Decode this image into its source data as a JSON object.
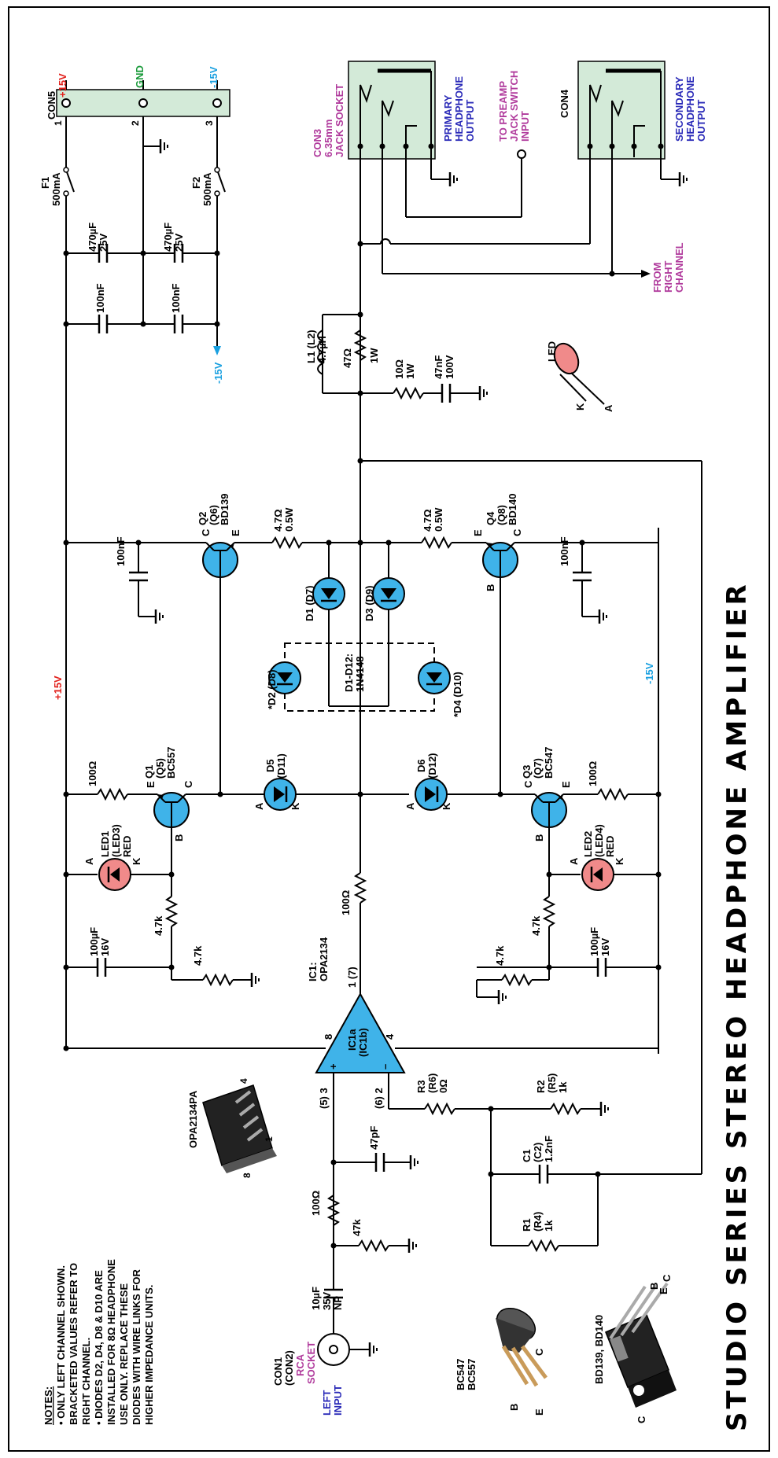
{
  "title": "STUDIO SERIES STEREO HEADPHONE AMPLIFIER",
  "notes": {
    "heading": "NOTES:",
    "lines": [
      "• ONLY LEFT CHANNEL SHOWN.",
      "BRACKETED VALUES REFER TO",
      "RIGHT CHANNEL.",
      "• DIODES D2, D4, D8 & D10 ARE",
      "INSTALLED FOR 8Ω HEADPHONE",
      "USE ONLY. REPLACE THESE",
      "DIODES WITH WIRE LINKS FOR",
      "HIGHER IMPEDANCE UNITS."
    ]
  },
  "connectors": {
    "con5": {
      "name": "CON5",
      "pin1": "1",
      "pin2": "2",
      "pin3": "3",
      "p15": "+15V",
      "gnd": "GND",
      "m15": "-15V"
    },
    "con1": {
      "name": "CON1",
      "alt": "(CON2)",
      "type1": "RCA",
      "type2": "SOCKET",
      "in1": "LEFT",
      "in2": "INPUT"
    },
    "con3": {
      "name": "CON3",
      "type1": "6.35mm",
      "type2": "JACK SOCKET",
      "out1": "PRIMARY",
      "out2": "HEADPHONE",
      "out3": "OUTPUT"
    },
    "con4": {
      "name": "CON4",
      "out1": "SECONDARY",
      "out2": "HEADPHONE",
      "out3": "OUTPUT"
    },
    "preamp": {
      "l1": "TO PREAMP",
      "l2": "JACK SWITCH",
      "l3": "INPUT"
    },
    "rightch": {
      "l1": "FROM",
      "l2": "RIGHT",
      "l3": "CHANNEL"
    }
  },
  "rails": {
    "p15": "+15V",
    "m15": "-15V",
    "m15b": "-15V"
  },
  "fuses": {
    "f1": {
      "name": "F1",
      "value": "500mA"
    },
    "f2": {
      "name": "F2",
      "value": "500mA"
    }
  },
  "supply": {
    "c470a_1": "470µF",
    "c470a_2": "25V",
    "c470b_1": "470µF",
    "c470b_2": "25V",
    "c100a": "100nF",
    "c100b": "100nF"
  },
  "output": {
    "l1": "L1 (L2)",
    "l1v": "4.7µH",
    "r47": "47Ω",
    "r47w": "1W",
    "r10": "10Ω",
    "r10w": "1W",
    "c47": "47nF",
    "c47v": "100V"
  },
  "led": {
    "name": "LED",
    "k": "K",
    "a": "A"
  },
  "transistors": {
    "q2": {
      "n1": "Q2",
      "n2": "(Q6)",
      "n3": "BD139",
      "c": "C",
      "e": "E"
    },
    "q4": {
      "n1": "Q4",
      "n2": "(Q8)",
      "n3": "BD140",
      "e": "E",
      "c": "C",
      "b": "B"
    },
    "q1": {
      "n1": "Q1",
      "n2": "(Q5)",
      "n3": "BC557",
      "e": "E",
      "c": "C",
      "b": "B"
    },
    "q3": {
      "n1": "Q3",
      "n2": "(Q7)",
      "n3": "BC547",
      "c": "C",
      "e": "E",
      "b": "B"
    }
  },
  "emitter_res": {
    "r1": "4.7Ω",
    "r1w": "0.5W",
    "r2": "4.7Ω",
    "r2w": "0.5W"
  },
  "diodes": {
    "d1": "D1 (D7)",
    "d3": "D3 (D9)",
    "d2": "*D2 (D8)",
    "d4": "*D4 (D10)",
    "d5": "D5",
    "d5b": "(D11)",
    "d6": "D6",
    "d6b": "(D12)",
    "dtype1": "D1-D12:",
    "dtype2": "1N4148",
    "a": "A",
    "k": "K"
  },
  "bias": {
    "c100t": "100nF",
    "c100b": "100nF",
    "r100t": "100Ω",
    "r100b": "100Ω",
    "r100mid": "100Ω",
    "led1": "LED1",
    "led1b": "(LED3)",
    "led1c": "RED",
    "led2": "LED2",
    "led2b": "(LED4)",
    "led2c": "RED",
    "r47ka": "4.7k",
    "r47kb": "4.7k",
    "r47kc": "4.7k",
    "r47kd": "4.7k",
    "c100u_t1": "100µF",
    "c100u_t2": "16V",
    "c100u_b1": "100µF",
    "c100u_b2": "16V"
  },
  "opamp": {
    "name1": "IC1:",
    "name2": "OPA2134",
    "in1": "IC1a",
    "in2": "(IC1b)",
    "pin8": "8",
    "pin4": "4",
    "pin1": "1 (7)",
    "pin3": "(5) 3",
    "pin2": "(6) 2",
    "plus": "+",
    "minus": "–",
    "pkg": "OPA2134PA",
    "pkg4": "4",
    "pkg1": "1",
    "pkg8": "8"
  },
  "input": {
    "c10u1": "10µF",
    "c10u2": "35V",
    "c10u3": "NP",
    "r100": "100Ω",
    "r47k": "47k",
    "c47p": "47pF"
  },
  "feedback": {
    "r3": "R3",
    "r3b": "(R6)",
    "r3v": "0Ω",
    "r2": "R2",
    "r2b": "(R5)",
    "r2v": "1k",
    "c1": "C1",
    "c1b": "(C2)",
    "c1v": "1.2nF",
    "r1": "R1",
    "r1b": "(R4)",
    "r1v": "1k"
  },
  "packages": {
    "bc1": "BC547",
    "bc2": "BC557",
    "bc_b": "B",
    "bc_c": "C",
    "bc_e": "E",
    "bd": "BD139, BD140",
    "bd_b": "B",
    "bd_e": "E",
    "bd_c": "C",
    "bd_c2": "C"
  },
  "colors": {
    "pink": "#b03a9c",
    "blue": "#2a2ab8",
    "red": "#e2211c",
    "green": "#1a9a3a",
    "cyan": "#1aa0e0",
    "diode": "#3fb3e9"
  }
}
